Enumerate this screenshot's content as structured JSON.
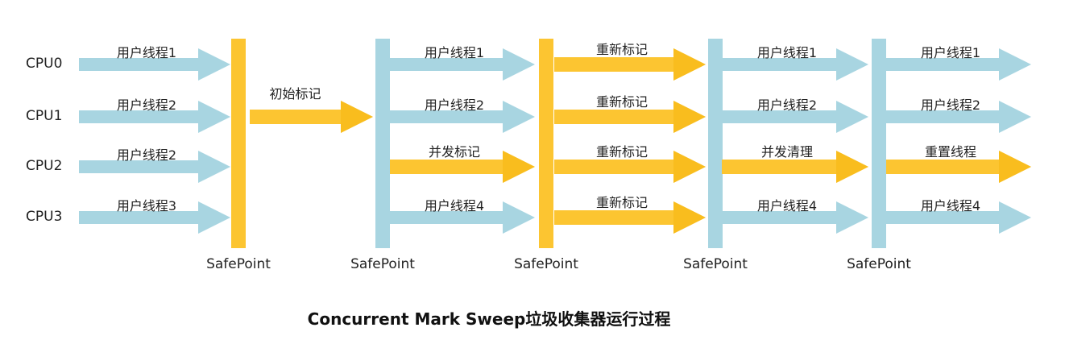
{
  "cpus": [
    "CPU0",
    "CPU1",
    "CPU2",
    "CPU3"
  ],
  "colors": {
    "blue": "#a8d5e1",
    "yellow": "#fcc531",
    "yellow_dark": "#f5b70f"
  },
  "safepoint_label": "SafePoint",
  "safepoints": [
    {
      "label": "SafePoint",
      "color": "yellow"
    },
    {
      "label": "SafePoint",
      "color": "blue"
    },
    {
      "label": "SafePoint",
      "color": "yellow"
    },
    {
      "label": "SafePoint",
      "color": "blue"
    },
    {
      "label": "SafePoint",
      "color": "blue"
    }
  ],
  "segments": [
    {
      "arrows": [
        {
          "label": "用户线程1",
          "color": "blue"
        },
        {
          "label": "用户线程2",
          "color": "blue"
        },
        {
          "label": "用户线程2",
          "color": "blue"
        },
        {
          "label": "用户线程3",
          "color": "blue"
        }
      ]
    },
    {
      "arrows": [
        {
          "label": "初始标记",
          "color": "yellow"
        }
      ]
    },
    {
      "arrows": [
        {
          "label": "用户线程1",
          "color": "blue"
        },
        {
          "label": "用户线程2",
          "color": "blue"
        },
        {
          "label": "并发标记",
          "color": "yellow"
        },
        {
          "label": "用户线程4",
          "color": "blue"
        }
      ]
    },
    {
      "arrows": [
        {
          "label": "重新标记",
          "color": "yellow"
        },
        {
          "label": "重新标记",
          "color": "yellow"
        },
        {
          "label": "重新标记",
          "color": "yellow"
        },
        {
          "label": "重新标记",
          "color": "yellow"
        }
      ]
    },
    {
      "arrows": [
        {
          "label": "用户线程1",
          "color": "blue"
        },
        {
          "label": "用户线程2",
          "color": "blue"
        },
        {
          "label": "并发清理",
          "color": "yellow"
        },
        {
          "label": "用户线程4",
          "color": "blue"
        }
      ]
    },
    {
      "arrows": [
        {
          "label": "用户线程1",
          "color": "blue"
        },
        {
          "label": "用户线程2",
          "color": "blue"
        },
        {
          "label": "重置线程",
          "color": "yellow"
        },
        {
          "label": "用户线程4",
          "color": "blue"
        }
      ]
    }
  ],
  "caption": "Concurrent Mark Sweep垃圾收集器运行过程"
}
